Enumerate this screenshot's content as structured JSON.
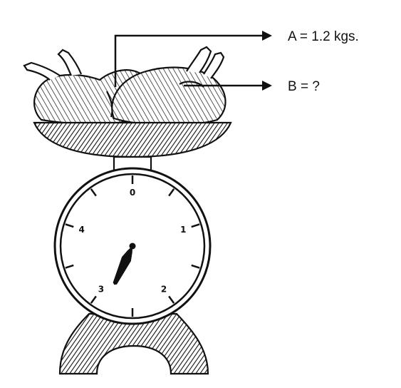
{
  "labels": {
    "a": "A = 1.2 kgs.",
    "b": "B = ?"
  },
  "dial": {
    "numerals": [
      "0",
      "1",
      "2",
      "3",
      "4"
    ],
    "reading": 2.85,
    "max": 5
  },
  "colors": {
    "ink": "#111111",
    "paper": "#ffffff"
  }
}
